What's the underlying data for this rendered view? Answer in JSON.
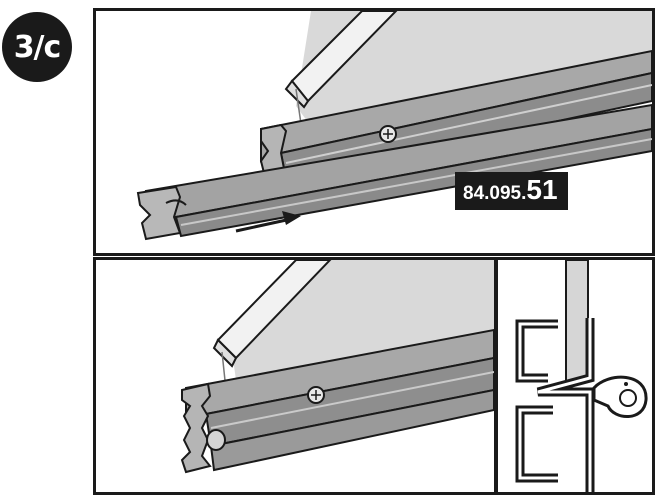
{
  "step": {
    "label": "3/c"
  },
  "product_code": {
    "prefix": "84.095.",
    "suffix": "51"
  },
  "colors": {
    "rail": "#9a9a9a",
    "rail_dark": "#6e6e6e",
    "rail_light": "#c9c9c9",
    "glass": "#d7d7d7",
    "outline": "#1a1a1a"
  },
  "icons": [
    "screw-icon",
    "arrow-right-icon",
    "gasket-icon"
  ]
}
